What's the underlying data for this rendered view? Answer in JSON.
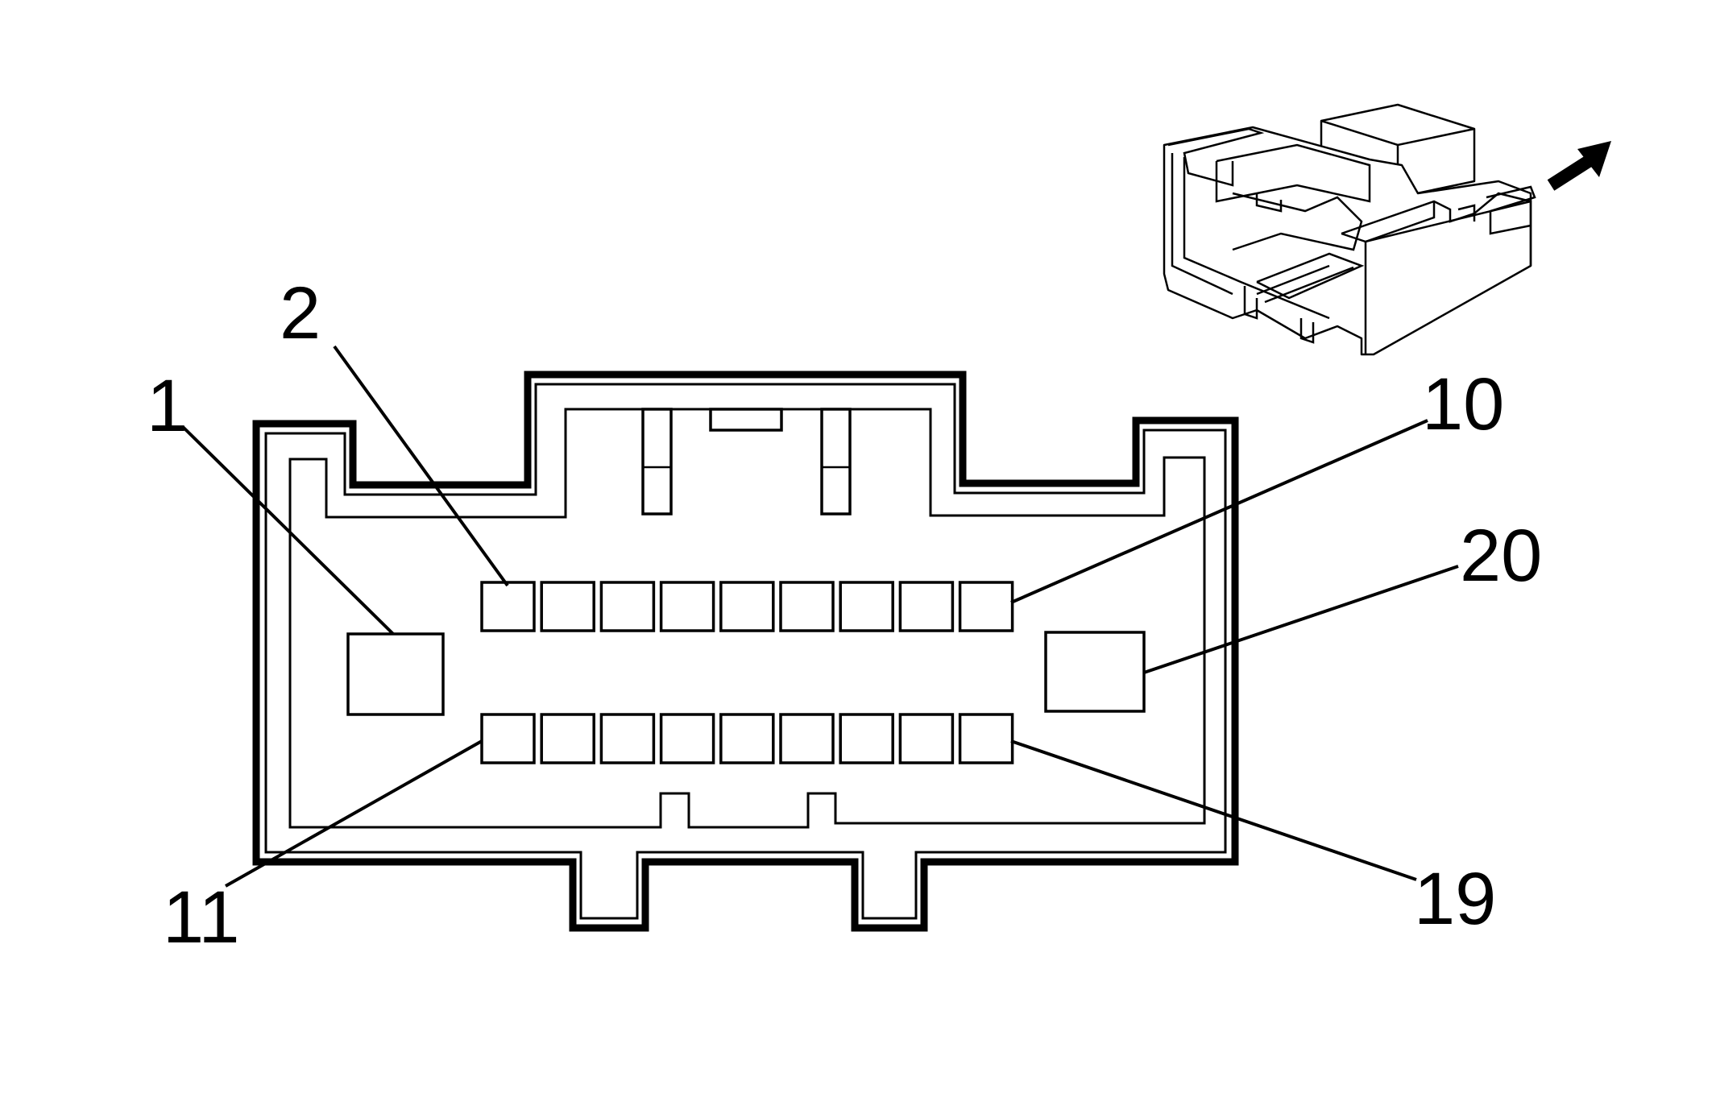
{
  "connector": {
    "pin_labels": {
      "pin_1": "1",
      "pin_2": "2",
      "pin_10": "10",
      "pin_20": "20",
      "pin_11": "11",
      "pin_19": "19"
    },
    "top_row_cavity_count": 9,
    "bottom_row_cavity_count": 9
  },
  "icons": {
    "view_direction": "arrow-up-right-icon",
    "connector_3d": "connector-isometric-icon"
  },
  "colors": {
    "line": "#000000",
    "background": "#ffffff"
  }
}
